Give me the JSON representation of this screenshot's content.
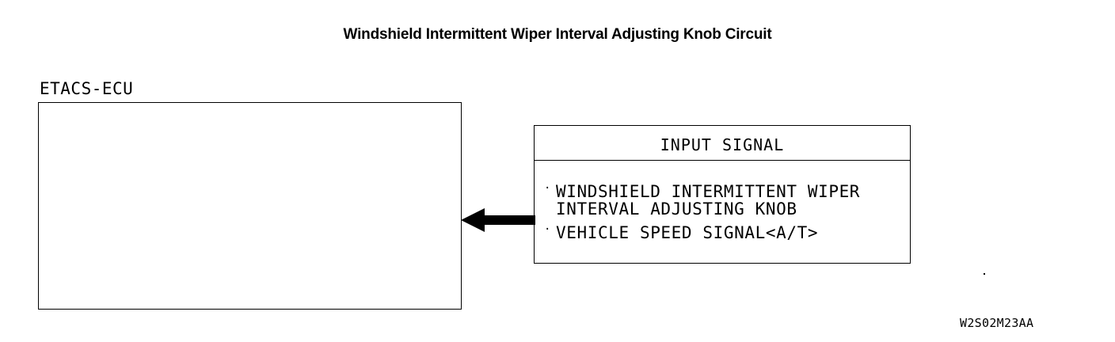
{
  "title": "Windshield Intermittent Wiper Interval Adjusting Knob Circuit",
  "ecu": {
    "label": "ETACS-ECU"
  },
  "input_signal": {
    "header": "INPUT SIGNAL",
    "items": [
      {
        "bullet": "·",
        "lines": [
          "WINDSHIELD INTERMITTENT WIPER",
          "INTERVAL ADJUSTING KNOB"
        ]
      },
      {
        "bullet": "·",
        "lines": [
          "VEHICLE SPEED SIGNAL<A/T>"
        ]
      }
    ]
  },
  "arrow": {
    "direction": "left",
    "from": "input_signal",
    "to": "ecu"
  },
  "figure_code": "W2S02M23AA"
}
